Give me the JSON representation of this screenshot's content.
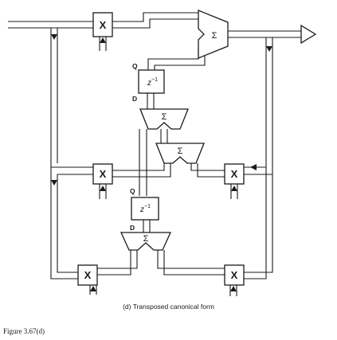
{
  "diagram": {
    "multiplier_symbol": "X",
    "adder_symbol": "Σ",
    "delay_base": "z",
    "delay_exponent": "−1",
    "output_port_label": "Q",
    "input_port_label": "D"
  },
  "caption": "(d)  Transposed canonical form",
  "figure_label": "Figure 3.67(d)",
  "colors": {
    "ink": "#1a1a1a",
    "background": "#ffffff"
  }
}
